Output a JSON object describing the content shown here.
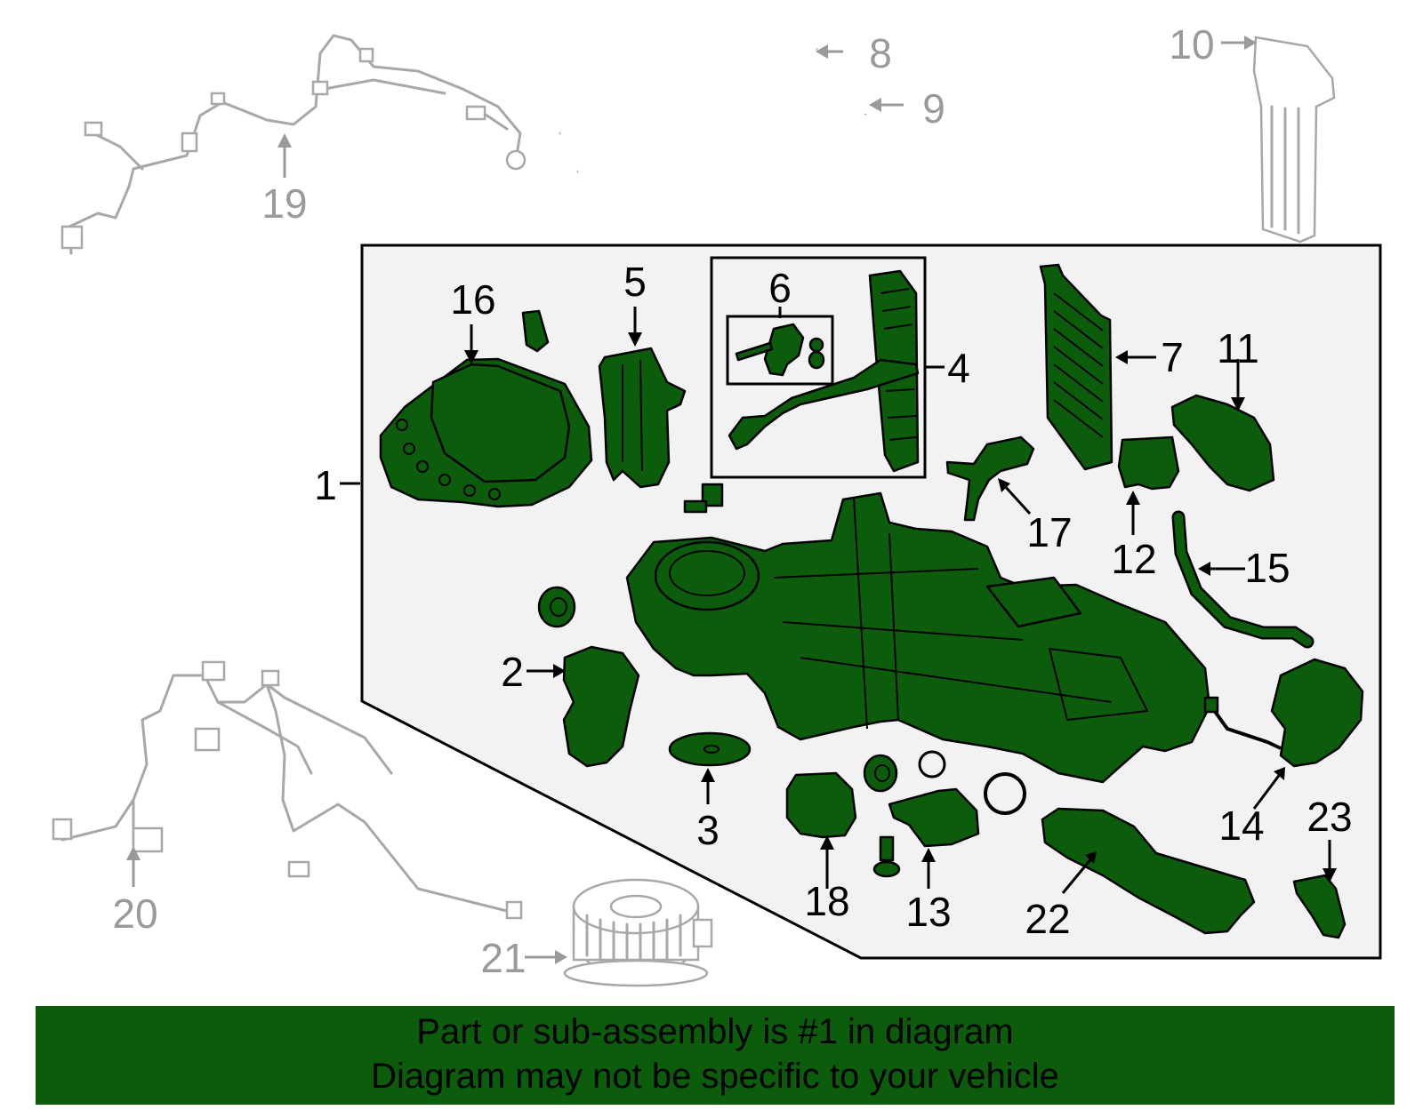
{
  "callouts": {
    "c1": "1",
    "c2": "2",
    "c3": "3",
    "c4": "4",
    "c5": "5",
    "c6": "6",
    "c7": "7",
    "c8": "8",
    "c9": "9",
    "c10": "10",
    "c11": "11",
    "c12": "12",
    "c13": "13",
    "c14": "14",
    "c15": "15",
    "c16": "16",
    "c17": "17",
    "c18": "18",
    "c19": "19",
    "c20": "20",
    "c21": "21",
    "c22": "22",
    "c23": "23"
  },
  "banner": {
    "line1": "Part or sub-assembly is #1 in diagram",
    "line2": "Diagram may not be specific to your vehicle"
  },
  "colors": {
    "highlight": "#0b5c0b",
    "ghost": "#a8a8a8",
    "panel": "#f2f2f2"
  }
}
